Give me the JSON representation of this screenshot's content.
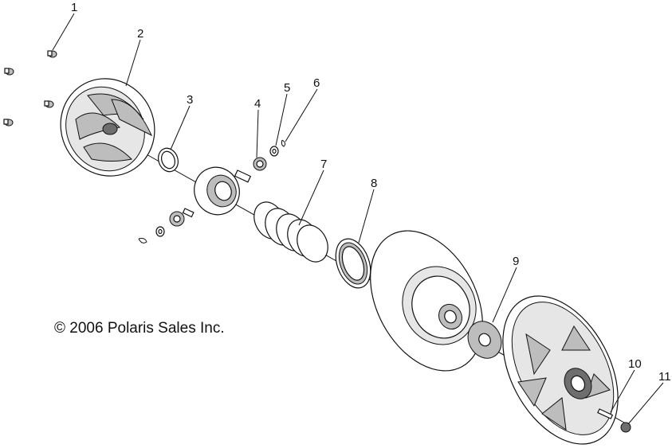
{
  "diagram": {
    "copyright": "© 2006 Polaris Sales Inc.",
    "callouts": [
      "1",
      "2",
      "3",
      "4",
      "5",
      "6",
      "7",
      "8",
      "9",
      "10",
      "11"
    ]
  },
  "icons": {
    "screw": "screw-icon",
    "washer": "washer-icon",
    "spring": "spring-icon"
  }
}
